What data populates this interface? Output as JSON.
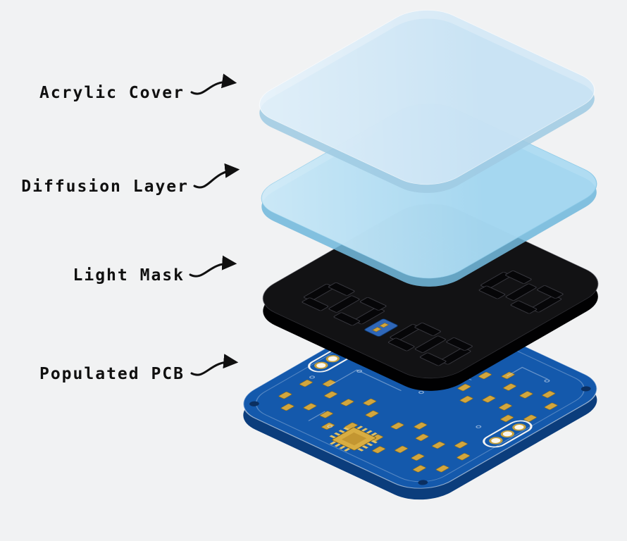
{
  "diagram": {
    "background": "#f1f2f3",
    "colors": {
      "label_text": "#101010",
      "arrow": "#101010",
      "pcb_gold": "#d2a63e",
      "silkscreen_white": "#f3f3f3"
    },
    "labels": [
      {
        "text": "Acrylic Cover",
        "target_layer": "acrylic-cover"
      },
      {
        "text": "Diffusion Layer",
        "target_layer": "diffusion-layer"
      },
      {
        "text": "Light Mask",
        "target_layer": "light-mask"
      },
      {
        "text": "Populated PCB",
        "target_layer": "populated-pcb"
      }
    ],
    "layers": [
      {
        "name": "Acrylic Cover",
        "top_color": "#cfe7f6",
        "edge_color": "#9fcbe2"
      },
      {
        "name": "Diffusion Layer",
        "top_color": "#a8d9f2",
        "edge_color": "#72b8dc"
      },
      {
        "name": "Light Mask",
        "top_color": "#121214",
        "edge_color": "#010102"
      },
      {
        "name": "Populated PCB",
        "top_color": "#1459ac",
        "edge_color": "#0b3d7c"
      }
    ]
  }
}
